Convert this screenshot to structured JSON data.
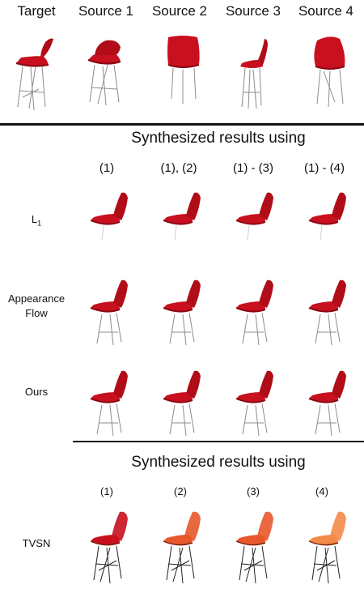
{
  "top_headers": [
    "Target",
    "Source 1",
    "Source 2",
    "Source 3",
    "Source 4"
  ],
  "section1": {
    "title": "Synthesized results using",
    "columns": [
      "(1)",
      "(1), (2)",
      "(1) - (3)",
      "(1) - (4)"
    ],
    "rows": [
      {
        "label_line1": "L",
        "label_sub": "1",
        "label_line2": ""
      },
      {
        "label_line1": "Appearance",
        "label_sub": "",
        "label_line2": "Flow"
      },
      {
        "label_line1": "Ours",
        "label_sub": "",
        "label_line2": ""
      }
    ]
  },
  "section2": {
    "title": "Synthesized results using",
    "columns": [
      "(1)",
      "(2)",
      "(3)",
      "(4)"
    ],
    "rows": [
      {
        "label_line1": "TVSN",
        "label_sub": "",
        "label_line2": ""
      }
    ]
  },
  "colors": {
    "chair_red": "#c8101e",
    "chair_dark": "#8a0712",
    "chair_orange": "#e8582a",
    "chair_light_orange": "#f38a4a",
    "leg_gray": "#8c8c8c"
  }
}
